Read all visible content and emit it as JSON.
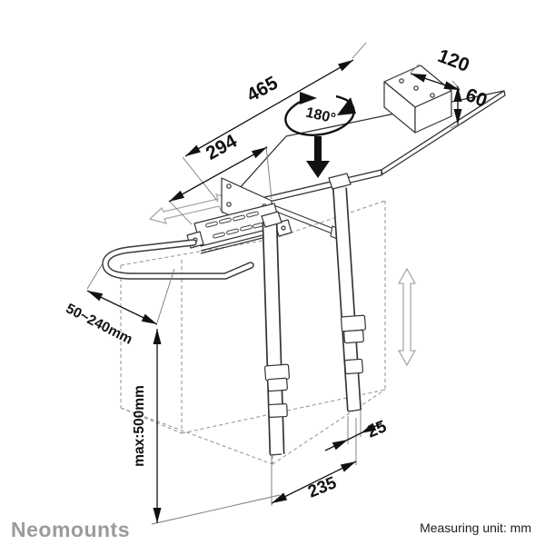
{
  "diagram": {
    "title": "cpu-holder-dimension-drawing",
    "dimensions": {
      "shelf_length": "465",
      "slide_length": "294",
      "bracket_depth": "120",
      "bracket_height": "60",
      "rotation": "180°",
      "width_range": "50~240mm",
      "max_height": "max:500mm",
      "strap_width": "25",
      "strap_offset": "235"
    }
  },
  "branding": {
    "logo_text": "Neomounts",
    "logo_color": "#9b9b9b"
  },
  "footer": {
    "measuring_note": "Measuring unit: mm"
  },
  "colors": {
    "line": "#333333",
    "dashed": "#999999",
    "dim": "#111111",
    "background": "#ffffff"
  }
}
